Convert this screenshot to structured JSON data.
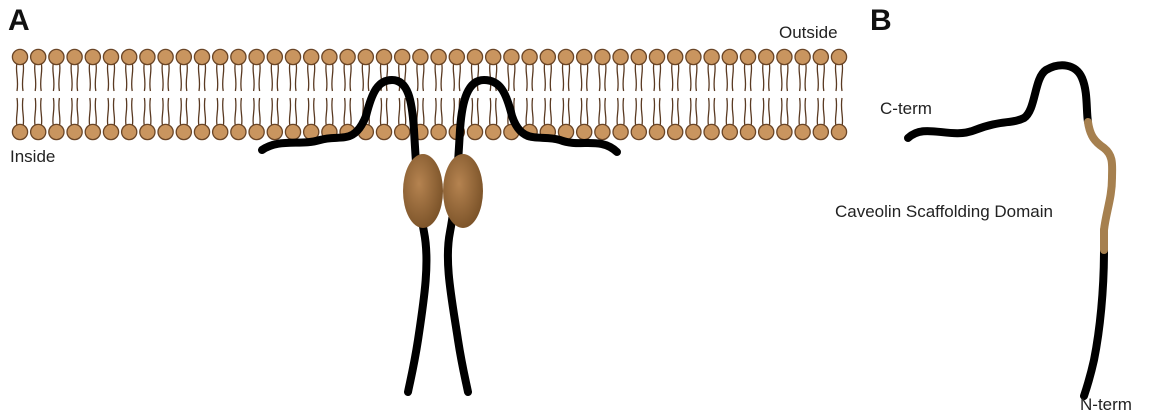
{
  "panel_a": {
    "label": "A",
    "outside_label": "Outside",
    "inside_label": "Inside"
  },
  "panel_b": {
    "label": "B",
    "c_term_label": "C-term",
    "domain_label": "Caveolin Scaffolding Domain",
    "n_term_label": "N-term"
  },
  "colors": {
    "lipid_head": "#c9955f",
    "lipid_outline": "#6a4526",
    "protein_chain": "#000000",
    "scaffolding_domain": "#a6804f",
    "oligomer_lobe": "#8a5f33"
  }
}
